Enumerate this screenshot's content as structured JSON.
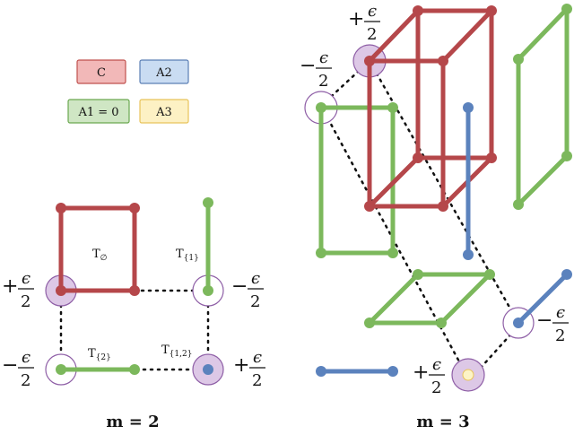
{
  "legend": {
    "items": [
      {
        "label": "C",
        "fill": "#f2b8b8",
        "stroke": "#c0504d"
      },
      {
        "label": "A2",
        "fill": "#c9dcf2",
        "stroke": "#5b7fb5"
      },
      {
        "label": "A1 = 0",
        "fill": "#cfe6c4",
        "stroke": "#6aa84f"
      },
      {
        "label": "A3",
        "fill": "#fdf1c4",
        "stroke": "#e8c35a"
      }
    ]
  },
  "colors": {
    "red": "#b5474a",
    "green": "#7cb85c",
    "blue": "#5b82bd",
    "lavender": "#ddc8e6",
    "circle_stroke": "#8e5ea6",
    "yellow": "#fdf4c6"
  },
  "epsilon": {
    "numerator": "ϵ",
    "denominator": "2",
    "plus": "+",
    "minus": "−"
  },
  "m2": {
    "caption": "m = 2",
    "labels": {
      "t_empty": {
        "base": "T",
        "sub": "∅"
      },
      "t_1": {
        "base": "T",
        "sub": "{1}"
      },
      "t_2": {
        "base": "T",
        "sub": "{2}"
      },
      "t_12": {
        "base": "T",
        "sub": "{1,2}"
      }
    }
  },
  "m3": {
    "caption": "m = 3"
  }
}
